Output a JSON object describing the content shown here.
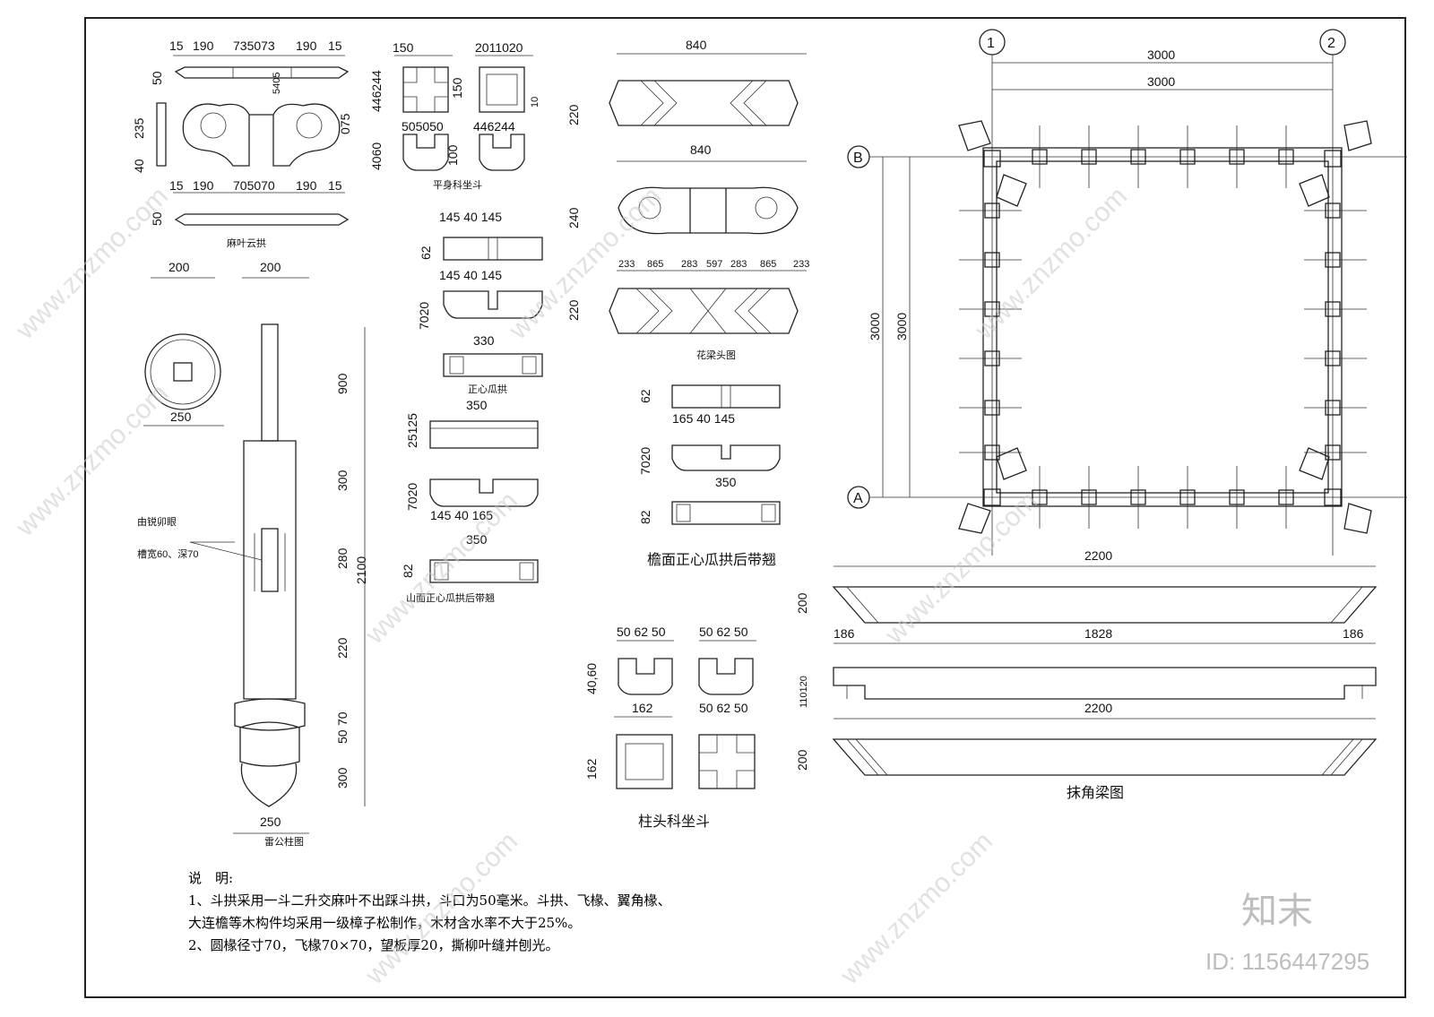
{
  "labels": {
    "mayeyun": "麻叶云拱",
    "pingshen": "平身科坐斗",
    "zhengxin": "正心瓜拱",
    "shanmian": "山面正心瓜拱后带翘",
    "huaban": "花梁头图",
    "yanmian": "檐面正心瓜拱后带翘",
    "leigong": "雷公柱图",
    "zhutou": "柱头科坐斗",
    "mojiao": "抹角梁图",
    "mortise1": "由锐卯眼",
    "mortise2": "槽宽60、深70"
  },
  "dims": {
    "d15a": "15",
    "d190a": "190",
    "d735": "735073",
    "d190b": "190",
    "d15b": "15",
    "d50a": "50",
    "d235": "235",
    "d40": "40",
    "d5405": "5405",
    "d075": "075",
    "d15c": "15",
    "d190c": "190",
    "d705": "705070",
    "d190d": "190",
    "d15d": "15",
    "d50b": "50",
    "d150": "150",
    "d2011020": "2011020",
    "d446244": "446244",
    "d150b": "150",
    "d10": "10",
    "d505050": "505050",
    "d446244b": "446244",
    "d4060": "4060",
    "d100": "100",
    "d145a": "145 40 145",
    "d62a": "62",
    "d145b": "145 40 145",
    "d7020": "7020",
    "d330": "330",
    "d350a": "350",
    "d25125": "25125",
    "d7020b": "7020",
    "d145c": "145  40  165",
    "d350b": "350",
    "d82a": "82",
    "d840a": "840",
    "d220a": "220",
    "d840b": "840",
    "d240": "240",
    "d233a": "233",
    "d865a": "865",
    "d283a": "283",
    "d597": "597",
    "d283b": "283",
    "d865b": "865",
    "d233b": "233",
    "d220b": "220",
    "d62b": "62",
    "d165": "165  40  145",
    "d7020c": "7020",
    "d350c": "350",
    "d82b": "82",
    "d200a": "200",
    "d200b": "200",
    "d250a": "250",
    "d900": "900",
    "d300a": "300",
    "d280": "280",
    "d2100": "2100",
    "d220c": "220",
    "d70": "70",
    "d50c": "50",
    "d300b": "300",
    "d250b": "250",
    "d506250a": "50 62 50",
    "d506250b": "50 62 50",
    "d4060b": "40,60",
    "d162a": "162",
    "d162b": "162",
    "d506250c": "50 62 50",
    "grid1": "1",
    "grid2": "2",
    "gridA": "A",
    "gridB": "B",
    "d3000a": "3000",
    "d3000b": "3000",
    "d3000c": "3000",
    "d3000d": "3000",
    "d2200a": "2200",
    "d200c": "200",
    "d186a": "186",
    "d1828": "1828",
    "d186b": "186",
    "d110120": "110120",
    "d2200b": "2200",
    "d200d": "200"
  },
  "notes": {
    "title": "说　明:",
    "line1": "1、斗拱采用一斗二升交麻叶不出踩斗拱，斗口为50毫米。斗拱、飞椽、翼角椽、",
    "line2": "大连檐等木构件均采用一级樟子松制作，木材含水率不大于25%。",
    "line3": "2、圆椽径寸70，飞椽70×70，望板厚20，撕柳叶缝并刨光。"
  },
  "watermark": {
    "site": "www.znzmo.com",
    "brand": "知末",
    "id": "ID: 1156447295"
  },
  "colors": {
    "line": "#222222",
    "watermark": "#c9c9c9"
  }
}
